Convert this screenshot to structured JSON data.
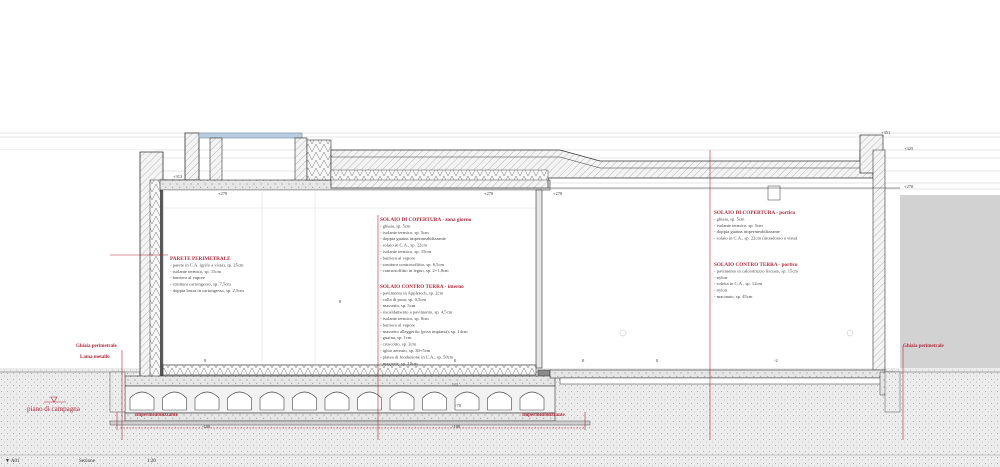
{
  "colors": {
    "accent": "#b2283a",
    "line": "#333333",
    "grey": "#d2d2d2"
  },
  "notes": {
    "parete": {
      "title": "PARETE PERIMETRALE",
      "lines": [
        "- parete in C.A. (grifo a vista), sp. 25cm",
        "- isolante termico, sp. 15cm",
        "- barriera al vapore",
        "- struttura cartongesso, sp. 7,5cm",
        "- doppia lastra in cartongesso, sp. 2,5cm"
      ]
    },
    "copertura_giorno": {
      "title": "SOLAIO DI COPERTURA - zona giorno",
      "lines": [
        "- ghiaia, sp. 5cm",
        "- isolante termico, sp. 5cm",
        "- doppia guaina impermeabilizzante",
        "- solaio in C.A., sp. 22cm",
        "- isolante termico, sp. 15cm",
        "- barriera al vapore",
        "- struttura controsoffitto, sp. 6,5cm",
        "- controsoffitto in legno, sp. 2+1,8cm"
      ]
    },
    "contro_terra_interno": {
      "title": "SOLAIO CONTRO TERRA - interno",
      "lines": [
        "- pavimento in Appletech, sp. 2cm",
        "- colla di posa, sp. 0,5cm",
        "- massetto, sp. 5cm",
        "- riscaldamento a pavimento, sp. 4,5cm",
        "- isolante termico, sp. 8cm",
        "- barriera al vapore",
        "- massetto alleggerito (posa impianti), sp. 14cm",
        "- guaina, sp. 1cm",
        "- cruscotto, sp. 2cm",
        "- igloo aereato, sp. 30+5cm",
        "- platea di fondazione in C.A., sp. 50cm",
        "- magrone, sp. 10cm"
      ]
    },
    "copertura_portico": {
      "title": "SOLAIO DI COPERTURA - portico",
      "lines": [
        "- ghiaia, sp. 5cm",
        "- isolante termico, sp. 5cm",
        "- doppia guaina impermeabilizzante",
        "- solaio in C.A., sp. 22cm (intradosso a vista)"
      ]
    },
    "contro_terra_portico": {
      "title": "SOLAIO CONTRO TERRA - portico",
      "lines": [
        "- pavimento in calcestruzzo lisciato, sp. 15cm",
        "- nylon",
        "- soletta in C.A., sp. 12cm",
        "- nylon",
        "- macinato, sp. 45cm"
      ]
    }
  },
  "side_labels": {
    "ghiaia_left": "Ghiaia perimetrale",
    "lama": "Lama metallo",
    "ghiaia_right": "Ghiaia perimetrale",
    "piano": "piano di campagna",
    "imper_left": "Impermeabilizzante",
    "imper_right": "Impermeabilizzante"
  },
  "elevations": {
    "top_right": "+351",
    "right_upper": "+325",
    "ceiling_left": "+270",
    "ceiling_mid": "+270",
    "ceiling_right": "+270",
    "ceiling_far": "+270",
    "inner_upper": "+313",
    "floor_1": "0",
    "floor_2": "0",
    "floor_3": "0",
    "floor_4": "0",
    "floor_5": "-2",
    "slab_mid": "-22",
    "found_left": "-100",
    "found_mid": "-100",
    "igloo": "-70",
    "mid_marker": "0"
  },
  "footer": {
    "mark": "▼ A01",
    "name": "Sezione",
    "scale": "1:20"
  }
}
